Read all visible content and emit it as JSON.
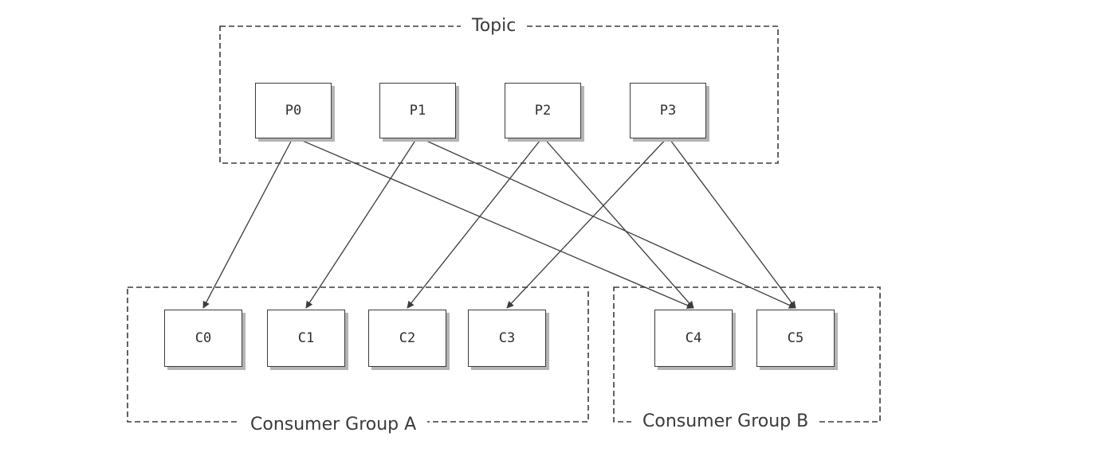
{
  "topic": {
    "label": "Topic"
  },
  "partitions": [
    "P0",
    "P1",
    "P2",
    "P3"
  ],
  "consumer_groups": [
    {
      "label": "Consumer Group  A",
      "consumers": [
        "C0",
        "C1",
        "C2",
        "C3"
      ]
    },
    {
      "label": "Consumer Group  B",
      "consumers": [
        "C4",
        "C5"
      ]
    }
  ],
  "assignments": [
    {
      "from": "P0",
      "to": "C0"
    },
    {
      "from": "P0",
      "to": "C4"
    },
    {
      "from": "P1",
      "to": "C1"
    },
    {
      "from": "P1",
      "to": "C5"
    },
    {
      "from": "P2",
      "to": "C2"
    },
    {
      "from": "P2",
      "to": "C4"
    },
    {
      "from": "P3",
      "to": "C3"
    },
    {
      "from": "P3",
      "to": "C5"
    }
  ],
  "colors": {
    "line": "#3b3b3b",
    "border": "#3b3b3b",
    "shadow": "#b4b4b4",
    "text": "#2e2e2e"
  }
}
